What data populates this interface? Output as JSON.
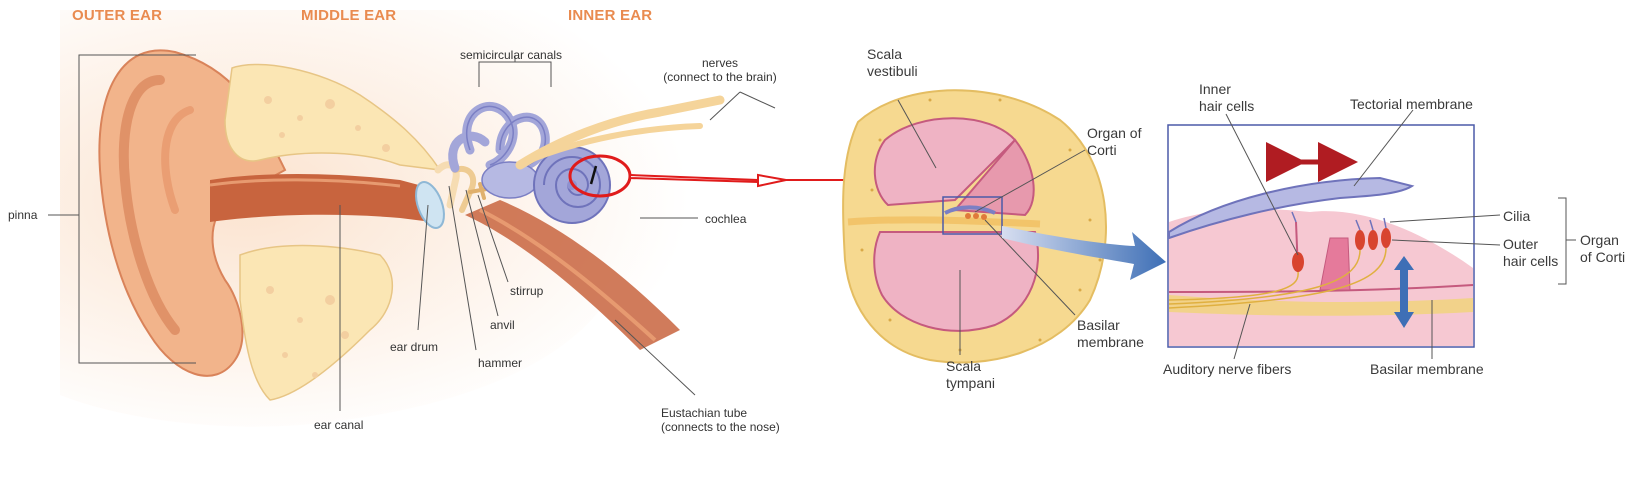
{
  "colors": {
    "header": "#e98b50",
    "skin": "#f2b48b",
    "skin_dark": "#d9835a",
    "bone": "#fbe6b4",
    "canal": "#c8643e",
    "cochlea": "#a3a6d9",
    "pink": "#e7a2b5",
    "red_marker": "#e01b1b",
    "blue_arrow": "#3e6fb6",
    "dark_red_arrow": "#b01c22"
  },
  "sections": {
    "outer_ear": "OUTER EAR",
    "middle_ear": "MIDDLE EAR",
    "inner_ear": "INNER EAR"
  },
  "ear_labels": {
    "pinna": "pinna",
    "semicircular_canals": "semicircular canals",
    "nerves_line1": "nerves",
    "nerves_line2": "(connect to the brain)",
    "cochlea": "cochlea",
    "stirrup": "stirrup",
    "anvil": "anvil",
    "hammer": "hammer",
    "ear_drum": "ear drum",
    "ear_canal": "ear canal",
    "eustachian_line1": "Eustachian tube",
    "eustachian_line2": "(connects to the nose)"
  },
  "cochlea_section_labels": {
    "scala_vestibuli_line1": "Scala",
    "scala_vestibuli_line2": "vestibuli",
    "organ_of_corti_line1": "Organ of",
    "organ_of_corti_line2": "Corti",
    "basilar_membrane_line1": "Basilar",
    "basilar_membrane_line2": "membrane",
    "scala_tympani_line1": "Scala",
    "scala_tympani_line2": "tympani"
  },
  "corti_labels": {
    "inner_hair_cells_line1": "Inner",
    "inner_hair_cells_line2": "hair cells",
    "tectorial_membrane": "Tectorial membrane",
    "cilia": "Cilia",
    "outer_hair_cells_line1": "Outer",
    "outer_hair_cells_line2": "hair cells",
    "organ_of_corti_line1": "Organ",
    "organ_of_corti_line2": "of Corti",
    "auditory_nerve_fibers": "Auditory nerve fibers",
    "basilar_membrane": "Basilar membrane"
  }
}
